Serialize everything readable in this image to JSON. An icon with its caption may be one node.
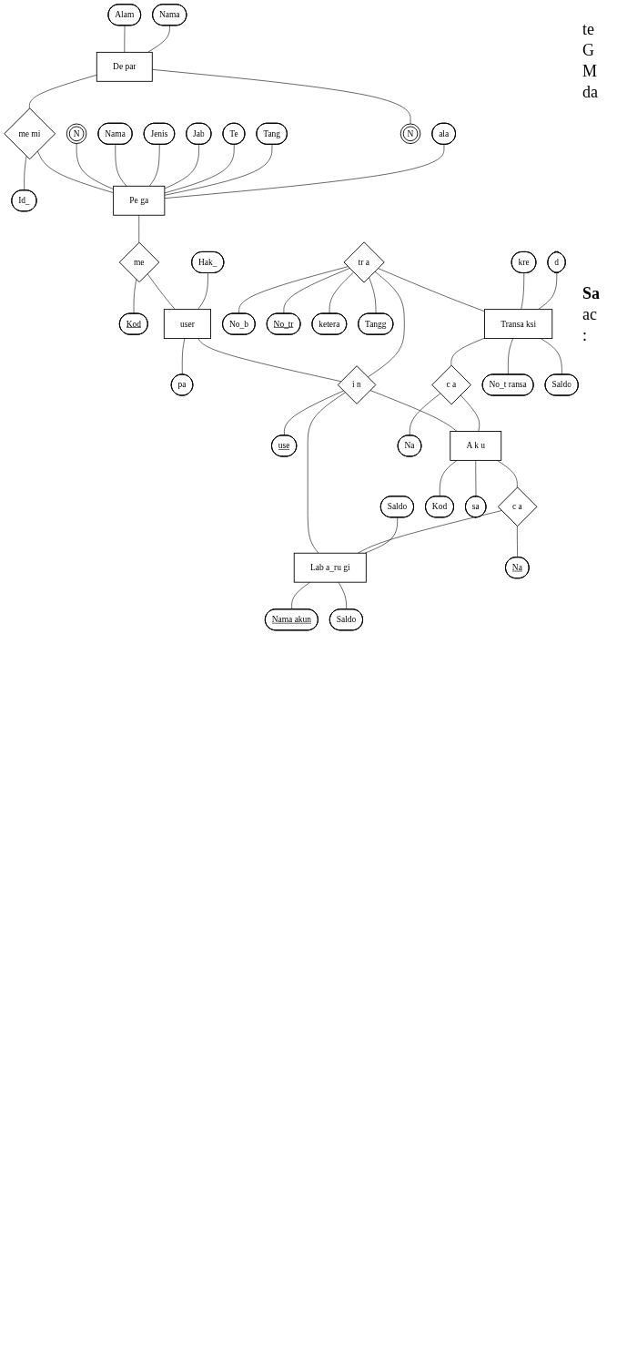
{
  "diagram": {
    "nodes": [
      {
        "text": [
          "Alam"
        ]
      },
      {
        "text": [
          "Nama"
        ]
      },
      {
        "text": [
          "Nama"
        ]
      },
      {
        "text": [
          "Jenis"
        ]
      },
      {
        "text": [
          "Jab"
        ]
      },
      {
        "text": [
          "Id_"
        ]
      },
      {
        "text": [
          "N"
        ]
      },
      {
        "text": [
          "Te"
        ]
      },
      {
        "text": [
          "De par"
        ]
      },
      {
        "text": [
          "me mi"
        ]
      },
      {
        "text": [
          "Pe ga"
        ]
      },
      {
        "text": [
          "Tang"
        ]
      },
      {
        "text": [
          "N"
        ]
      },
      {
        "text": [
          "ala"
        ]
      },
      {
        "text": [
          "me"
        ]
      },
      {
        "text": [
          "Kod"
        ]
      },
      {
        "text": [
          "Hak_"
        ]
      },
      {
        "text": [
          "user"
        ]
      },
      {
        "text": [
          "pa"
        ]
      },
      {
        "text": [
          "No_b"
        ]
      },
      {
        "text": [
          "No_tr"
        ]
      },
      {
        "text": [
          "ketera"
        ]
      },
      {
        "text": [
          "tr a"
        ]
      },
      {
        "text": [
          "i n"
        ]
      },
      {
        "text": [
          "use"
        ]
      },
      {
        "text": [
          "Tangg"
        ]
      },
      {
        "text": [
          "kre"
        ]
      },
      {
        "text": [
          "Transa ksi"
        ]
      },
      {
        "text": [
          "c a"
        ]
      },
      {
        "text": [
          "A k u"
        ]
      },
      {
        "text": [
          "Saldo"
        ]
      },
      {
        "text": [
          "d"
        ]
      },
      {
        "text": [
          "Na"
        ]
      },
      {
        "text": [
          "c a"
        ]
      },
      {
        "text": [
          "Lab a_ru gi"
        ]
      },
      {
        "text": [
          "No_t ransa"
        ]
      },
      {
        "text": [
          "Saldo"
        ]
      },
      {
        "text": [
          "Kod"
        ]
      },
      {
        "text": [
          "Nama akun"
        ]
      },
      {
        "text": [
          "sa"
        ]
      },
      {
        "text": [
          "Na"
        ]
      },
      {
        "text": [
          "Saldo"
        ]
      }
    ],
    "edges": [
      {
        "from": 0,
        "to": 8,
        "arrow": "none"
      },
      {
        "from": 1,
        "to": 8,
        "arrow": "none"
      },
      {
        "from": 8,
        "to": 12,
        "arrow": "none"
      },
      {
        "from": 8,
        "to": 9,
        "arrow": "none"
      },
      {
        "from": 5,
        "to": 9,
        "arrow": "none"
      },
      {
        "from": 9,
        "to": 10,
        "arrow": "none"
      },
      {
        "from": 6,
        "to": 10,
        "arrow": "none"
      },
      {
        "from": 2,
        "to": 10,
        "arrow": "none"
      },
      {
        "from": 3,
        "to": 10,
        "arrow": "none"
      },
      {
        "from": 4,
        "to": 10,
        "arrow": "none"
      },
      {
        "from": 7,
        "to": 10,
        "arrow": "none"
      },
      {
        "from": 11,
        "to": 10,
        "arrow": "none"
      },
      {
        "from": 13,
        "to": 10,
        "arrow": "none"
      },
      {
        "from": 10,
        "to": 14,
        "arrow": "none"
      },
      {
        "from": 15,
        "to": 14,
        "arrow": "none"
      },
      {
        "from": 14,
        "to": 17,
        "arrow": "none"
      },
      {
        "from": 16,
        "to": 17,
        "arrow": "none"
      },
      {
        "from": 17,
        "to": 18,
        "arrow": "none"
      },
      {
        "from": 17,
        "to": 23,
        "arrow": "none"
      },
      {
        "from": 20,
        "to": 22,
        "arrow": "none"
      },
      {
        "from": 19,
        "to": 22,
        "arrow": "none"
      },
      {
        "from": 21,
        "to": 22,
        "arrow": "none"
      },
      {
        "from": 25,
        "to": 22,
        "arrow": "none"
      },
      {
        "from": 22,
        "to": 23,
        "arrow": "none"
      },
      {
        "from": 23,
        "to": 24,
        "arrow": "none"
      },
      {
        "from": 22,
        "to": 27,
        "arrow": "none"
      },
      {
        "from": 23,
        "to": 29,
        "arrow": "none"
      },
      {
        "from": 23,
        "to": 34,
        "arrow": "none"
      },
      {
        "from": 26,
        "to": 27,
        "arrow": "none"
      },
      {
        "from": 31,
        "to": 27,
        "arrow": "none"
      },
      {
        "from": 27,
        "to": 28,
        "arrow": "none"
      },
      {
        "from": 28,
        "to": 29,
        "arrow": "none"
      },
      {
        "from": 28,
        "to": 32,
        "arrow": "none"
      },
      {
        "from": 27,
        "to": 35,
        "arrow": "none"
      },
      {
        "from": 27,
        "to": 36,
        "arrow": "none"
      },
      {
        "from": 29,
        "to": 37,
        "arrow": "none"
      },
      {
        "from": 29,
        "to": 39,
        "arrow": "none"
      },
      {
        "from": 29,
        "to": 33,
        "arrow": "none"
      },
      {
        "from": 33,
        "to": 34,
        "arrow": "none"
      },
      {
        "from": 33,
        "to": 40,
        "arrow": "none"
      },
      {
        "from": 30,
        "to": 34,
        "arrow": "none"
      },
      {
        "from": 34,
        "to": 38,
        "arrow": "none"
      },
      {
        "from": 34,
        "to": 41,
        "arrow": "none"
      }
    ],
    "labels": [
      "te",
      "G",
      "M",
      "da",
      "Sa",
      "ac",
      ":"
    ]
  }
}
